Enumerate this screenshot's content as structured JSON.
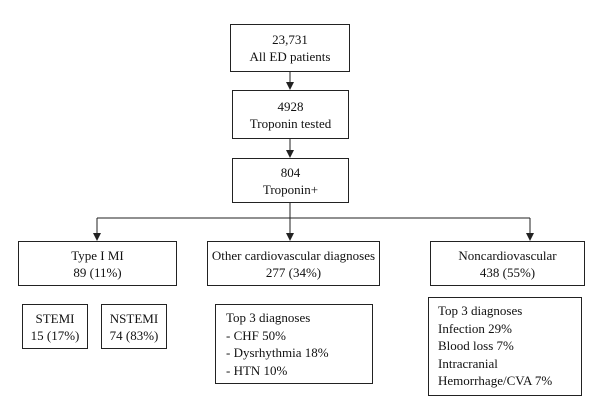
{
  "nodes": {
    "all_ed": {
      "lines": [
        "23,731",
        "All ED patients"
      ]
    },
    "troponin_tested": {
      "lines": [
        "4928",
        "Troponin tested"
      ]
    },
    "troponin_positive": {
      "lines": [
        "804",
        "Troponin+"
      ]
    },
    "type1_mi": {
      "lines": [
        "Type I MI",
        "89 (11%)"
      ]
    },
    "other_cv": {
      "lines": [
        "Other cardiovascular diagnoses",
        "277 (34%)"
      ]
    },
    "noncardio": {
      "lines": [
        "Noncardiovascular",
        "438 (55%)"
      ]
    },
    "stemi": {
      "lines": [
        "STEMI",
        "15 (17%)"
      ]
    },
    "nstemi": {
      "lines": [
        "NSTEMI",
        "74 (83%)"
      ]
    },
    "cv_top3": {
      "lines": [
        "Top 3 diagnoses",
        "- CHF 50%",
        "- Dysrhythmia 18%",
        "- HTN 10%"
      ]
    },
    "noncv_top3": {
      "lines": [
        "Top 3 diagnoses",
        "Infection 29%",
        "Blood loss 7%",
        "Intracranial",
        "Hemorrhage/CVA 7%"
      ]
    }
  }
}
